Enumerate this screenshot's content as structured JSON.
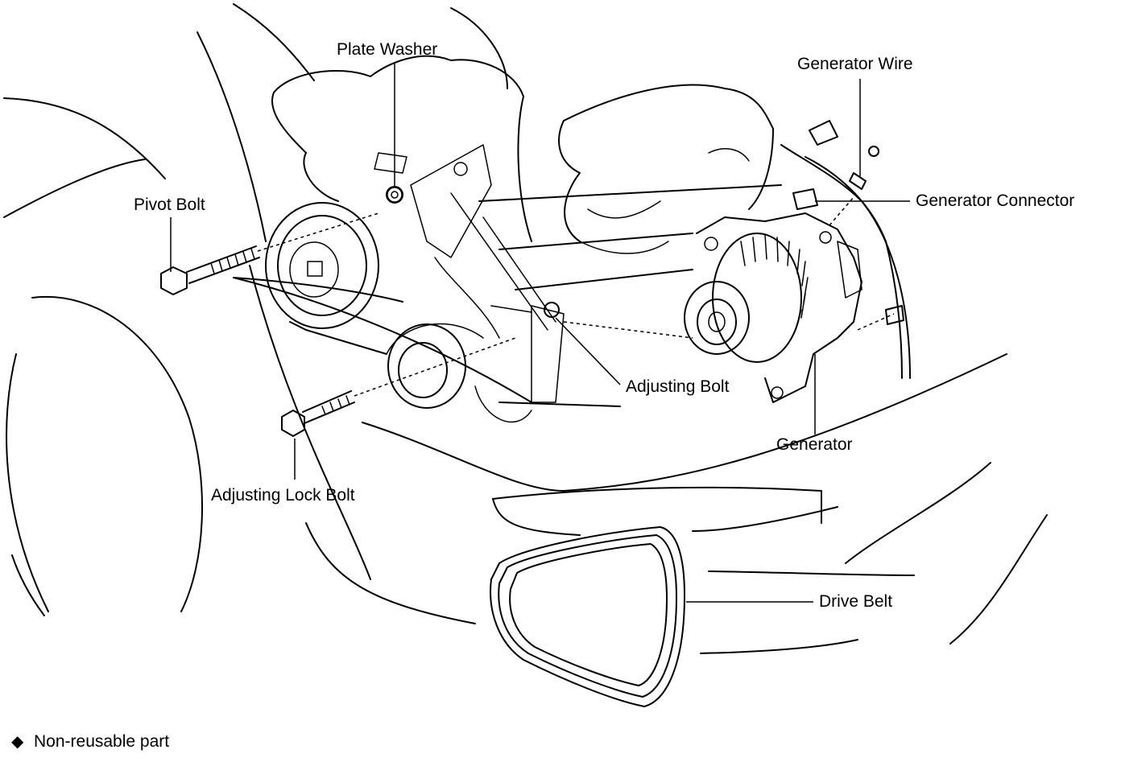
{
  "labels": {
    "plate_washer": "Plate Washer",
    "generator_wire": "Generator Wire",
    "pivot_bolt": "Pivot Bolt",
    "generator_connector": "Generator Connector",
    "adjusting_bolt": "Adjusting Bolt",
    "generator": "Generator",
    "adjusting_lock_bolt": "Adjusting Lock Bolt",
    "drive_belt": "Drive Belt"
  },
  "legend": {
    "symbol_icon": "diamond-icon",
    "text": "Non-reusable part"
  },
  "colors": {
    "ink": "#000000",
    "paper": "#ffffff"
  }
}
